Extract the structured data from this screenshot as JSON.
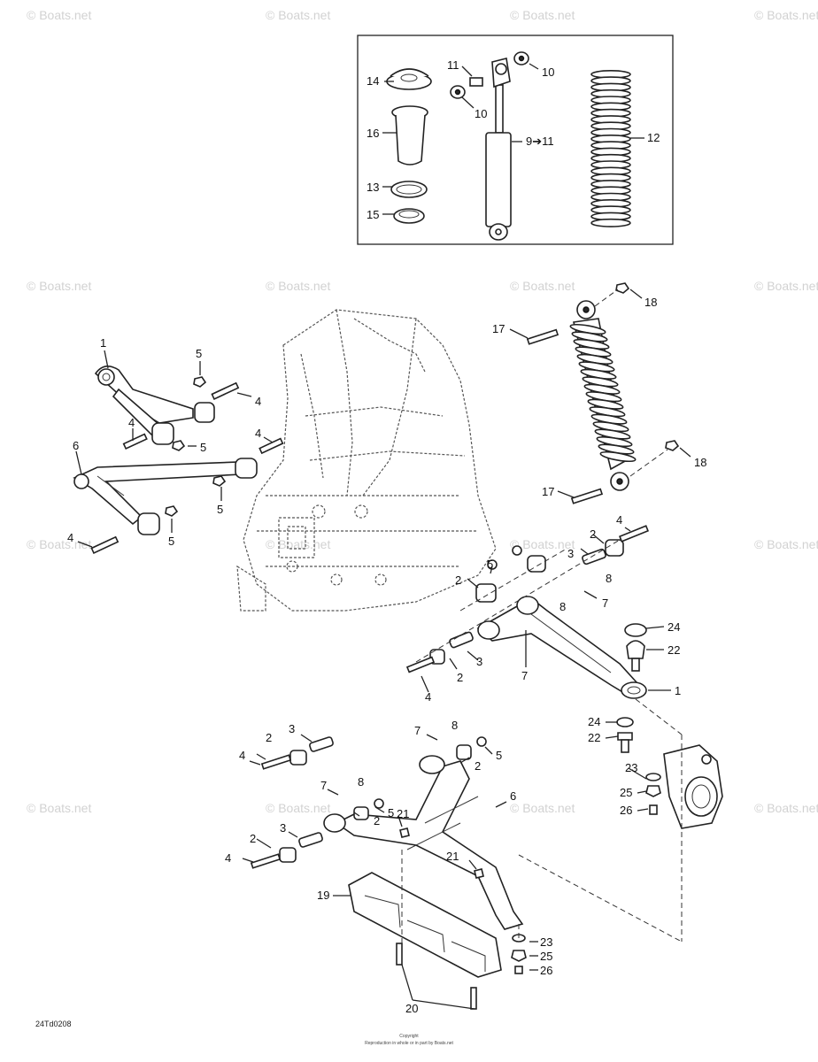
{
  "watermark": "© Boats.net",
  "diagram_code": "24Td0208",
  "copyright_line_1": "Copyright",
  "copyright_line_2": "Reproduction in whole or in part by Boats.net",
  "callouts": {
    "c1a": "1",
    "c1b": "1",
    "c2a": "2",
    "c2b": "2",
    "c2c": "2",
    "c2d": "2",
    "c2e": "2",
    "c2f": "2",
    "c2g": "2",
    "c3a": "3",
    "c3b": "3",
    "c3c": "3",
    "c3d": "3",
    "c4a": "4",
    "c4b": "4",
    "c4c": "4",
    "c4d": "4",
    "c4e": "4",
    "c4f": "4",
    "c4g": "4",
    "c4h": "4",
    "c5a": "5",
    "c5b": "5",
    "c5c": "5",
    "c5d": "5",
    "c5e": "5",
    "c5f": "5",
    "c5g": "5",
    "c6a": "6",
    "c6b": "6",
    "c7a": "7",
    "c7b": "7",
    "c7c": "7",
    "c7d": "7",
    "c8a": "8",
    "c8b": "8",
    "c8c": "8",
    "c8d": "8",
    "c9": "9➔11",
    "c10a": "10",
    "c10b": "10",
    "c11": "11",
    "c12": "12",
    "c13": "13",
    "c14": "14",
    "c15": "15",
    "c16": "16",
    "c17a": "17",
    "c17b": "17",
    "c18a": "18",
    "c18b": "18",
    "c19": "19",
    "c20": "20",
    "c21a": "21",
    "c21b": "21",
    "c22a": "22",
    "c22b": "22",
    "c23a": "23",
    "c23b": "23",
    "c24a": "24",
    "c24b": "24",
    "c25a": "25",
    "c25b": "25",
    "c26a": "26",
    "c26b": "26"
  }
}
